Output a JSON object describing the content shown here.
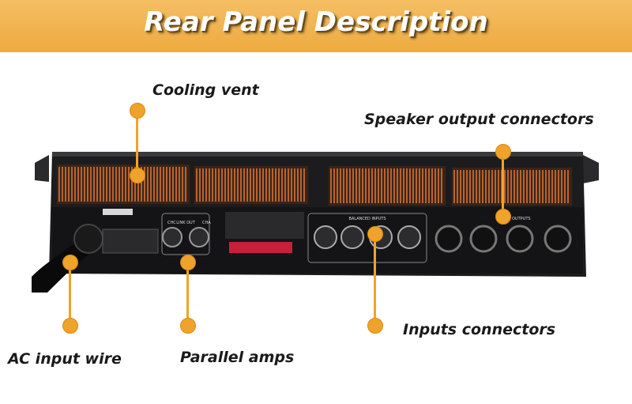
{
  "title": "Rear Panel Description",
  "labels": {
    "cooling_vent": "Cooling vent",
    "speaker_output": "Speaker output connectors",
    "inputs": "Inputs connectors",
    "ac_input": "AC input wire",
    "parallel": "Parallel amps"
  },
  "panel_text": {
    "link_out": "LINK OUT",
    "balanced_inputs": "BALANCED INPUTS",
    "chc": "CHC",
    "cha": "CHA",
    "outputs": "OUTPUTS"
  },
  "colors": {
    "banner": "#eeaa3f",
    "accent": "#f0a32a",
    "panel": "#1c1c1e",
    "vent": "#b8642e"
  }
}
